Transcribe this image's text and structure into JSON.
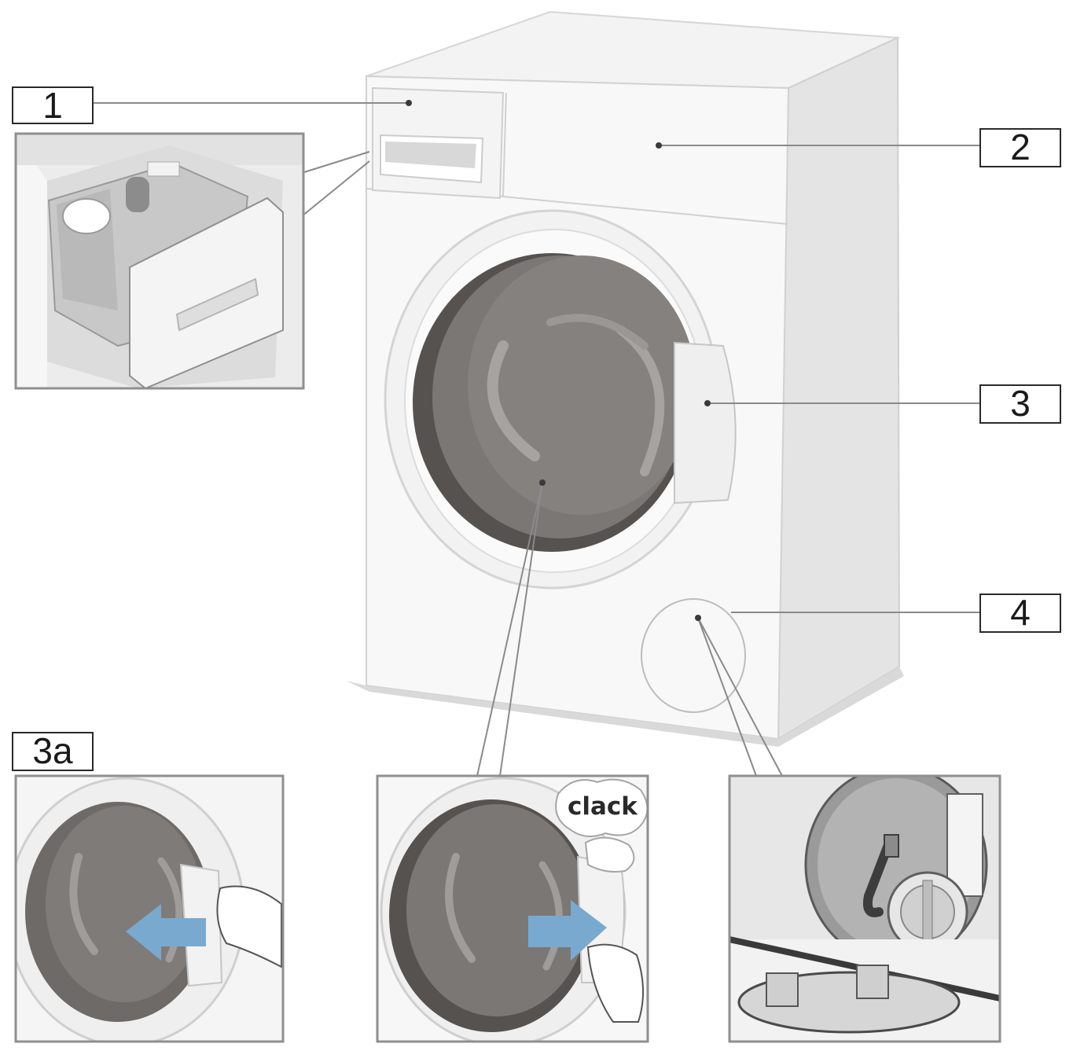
{
  "callouts": {
    "detergent_drawer": "1",
    "control_panel": "2",
    "door": "3",
    "pump_cover": "4",
    "door_open_close": "3a"
  },
  "sound_label": "clack",
  "colors": {
    "outline": "#2a2a2a",
    "appliance_body": "#f7f7f7",
    "appliance_side": "#e4e4e4",
    "drum_dark": "#7b7775",
    "drum_shadow": "#555250",
    "arrow_blue": "#7aa9cf",
    "panel_grey": "#e7e7e7"
  },
  "icons": [
    "detergent-drawer-icon",
    "washing-machine-icon",
    "door-handle-icon",
    "pump-filter-icon",
    "hand-icon",
    "arrow-left-icon",
    "arrow-right-icon"
  ]
}
